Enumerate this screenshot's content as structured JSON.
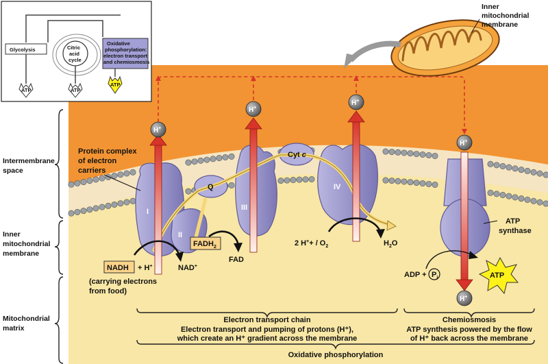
{
  "side_labels": {
    "intermembrane": [
      "Intermembrane",
      "space"
    ],
    "inner_membrane": [
      "Inner",
      "mitochondrial",
      "membrane"
    ],
    "matrix": [
      "Mitochondrial",
      "matrix"
    ]
  },
  "top_label": [
    "Inner",
    "mitochondrial",
    "membrane"
  ],
  "inset": {
    "glycolysis": "Glycolysis",
    "citric": [
      "Citric",
      "acid",
      "cycle"
    ],
    "oxphos": [
      "Oxidative",
      "phosphorylation:",
      "electron transport",
      "and chemiosmosis"
    ],
    "atp": "ATP"
  },
  "complexes": {
    "c1": "I",
    "c2": "II",
    "c3": "III",
    "c4": "IV",
    "q": "Q",
    "cyt": "Cyt",
    "cyt_italic": "c"
  },
  "proton": "H",
  "proton_sup": "+",
  "labels": {
    "protein_complex": [
      "Protein complex",
      "of electron",
      "carriers"
    ],
    "nadh": "NADH",
    "plus_h": "+ H",
    "nad": "NAD",
    "fadh": "FADH",
    "fadh_sub": "2",
    "fad": "FAD",
    "carrying": [
      "(carrying electrons",
      "from food)"
    ],
    "two_h": "2 H",
    "plus_o2": "+ / O",
    "o2_sub": "2",
    "h2o_h": "H",
    "h2o_sub": "2",
    "h2o_o": "O",
    "atp_synthase": [
      "ATP",
      "synthase"
    ],
    "adp": "ADP +",
    "pi": "P",
    "pi_sub": "i",
    "atp": "ATP"
  },
  "bottom": {
    "etc_title": "Electron transport chain",
    "etc_line1": "Electron transport and pumping of protons (H⁺),",
    "etc_line2": "which create an H⁺ gradient across the membrane",
    "chemi_title": "Chemiosmosis",
    "chemi_line1": "ATP synthesis powered by the flow",
    "chemi_line2": "of H⁺ back across the membrane",
    "oxphos": "Oxidative phosphorylation"
  },
  "colors": {
    "intermembrane": "#f29433",
    "matrix": "#f8e7a6",
    "protein": "#9e9ad0",
    "protein_dark": "#6f6aa8",
    "phospholipid_head": "#9aa0a6",
    "proton_arrow": "#d8342a",
    "electron_path": "#f5d77a",
    "atp_star": "#fff21a",
    "mito": "#f4a23b"
  }
}
